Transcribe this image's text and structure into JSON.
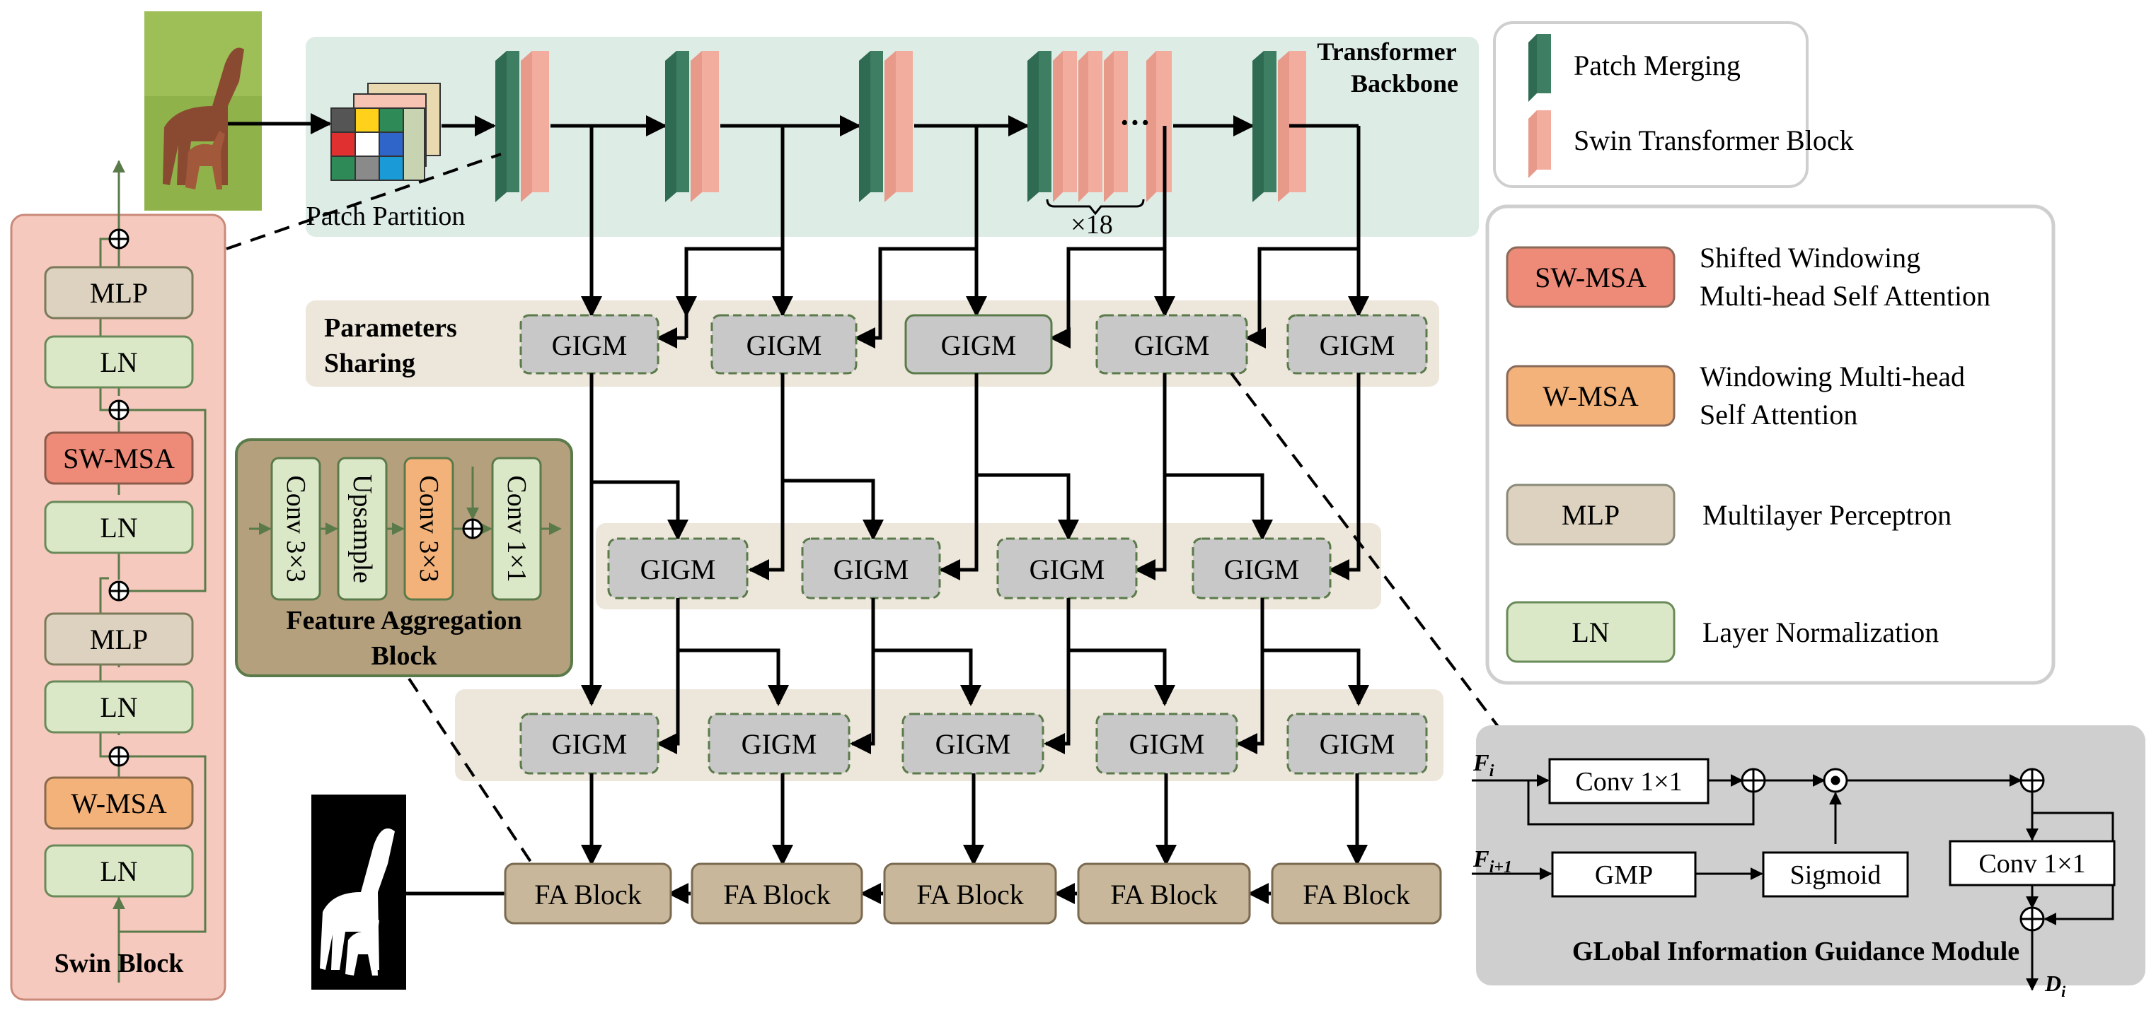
{
  "backbone": {
    "title_line1": "Transformer",
    "title_line2": "Backbone",
    "patch_partition": "Patch Partition",
    "repeat_label": "×18",
    "ellipsis": "···"
  },
  "legend_top": {
    "patch_merging": "Patch Merging",
    "swin_block": "Swin Transformer Block"
  },
  "legend_right": {
    "items": [
      {
        "abbr": "SW-MSA",
        "desc_line1": "Shifted Windowing",
        "desc_line2": "Multi-head Self Attention"
      },
      {
        "abbr": "W-MSA",
        "desc_line1": "Windowing Multi-head",
        "desc_line2": "Self Attention"
      },
      {
        "abbr": "MLP",
        "desc_line1": "Multilayer Perceptron",
        "desc_line2": ""
      },
      {
        "abbr": "LN",
        "desc_line1": "Layer Normalization",
        "desc_line2": ""
      }
    ]
  },
  "params_sharing": {
    "line1": "Parameters",
    "line2": "Sharing"
  },
  "gigm_label": "GIGM",
  "fa_block_label": "FA Block",
  "swin_block": {
    "title": "Swin Block",
    "layers": [
      "MLP",
      "LN",
      "SW-MSA",
      "LN",
      "MLP",
      "LN",
      "W-MSA",
      "LN"
    ]
  },
  "fa_detail": {
    "blocks": [
      "Conv 3×3",
      "Upsample",
      "Conv 3×3",
      "Conv 1×1"
    ],
    "title_line1": "Feature Aggregation",
    "title_line2": "Block"
  },
  "gigm_detail": {
    "title": "GLobal Information Guidance Module",
    "input1": "F",
    "input1_sub": "i",
    "input2": "F",
    "input2_sub": "i+1",
    "output": "D",
    "output_sub": "i",
    "conv_a": "Conv 1×1",
    "gmp": "GMP",
    "sigmoid": "Sigmoid",
    "conv_b": "Conv 1×1"
  },
  "colors": {
    "backbone_bg": "#deece6",
    "row_bg": "#ede6da",
    "gigm_fill": "#c8c8c8",
    "fa_fill": "#c8b79a",
    "merge_green": "#3e7e63",
    "swin_pink": "#f2ad9f",
    "swin_block_bg": "#f6c9bf",
    "sw_msa": "#ed8a78",
    "w_msa": "#f2b27a",
    "mlp": "#ddd2bf",
    "ln": "#dbe8c8",
    "fa_module_bg": "#b5a07d",
    "gigm_module_bg": "#cfcfcf"
  }
}
